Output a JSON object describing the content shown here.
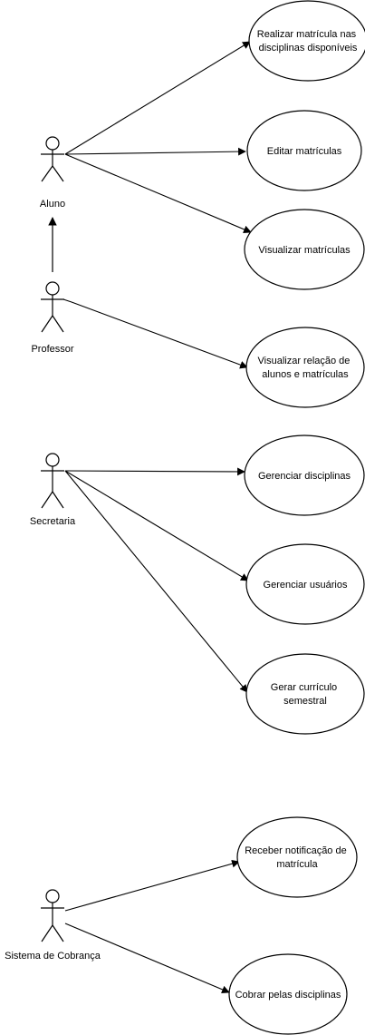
{
  "actors": {
    "aluno": "Aluno",
    "professor": "Professor",
    "secretaria": "Secretaria",
    "cobranca": "Sistema de Cobrança"
  },
  "use_cases": {
    "realizar_matricula": [
      "Realizar matrícula nas",
      "disciplinas disponíveis"
    ],
    "editar_matriculas": [
      "Editar matrículas"
    ],
    "visualizar_matriculas": [
      "Visualizar matrículas"
    ],
    "visualizar_relacao": [
      "Visualizar relação de",
      "alunos e matrículas"
    ],
    "gerenciar_disciplinas": [
      "Gerenciar disciplinas"
    ],
    "gerenciar_usuarios": [
      "Gerenciar usuários"
    ],
    "gerar_curriculo": [
      "Gerar currículo",
      "semestral"
    ],
    "receber_notificacao": [
      "Receber notificação de",
      "matrícula"
    ],
    "cobrar_disciplinas": [
      "Cobrar pelas disciplinas"
    ]
  }
}
